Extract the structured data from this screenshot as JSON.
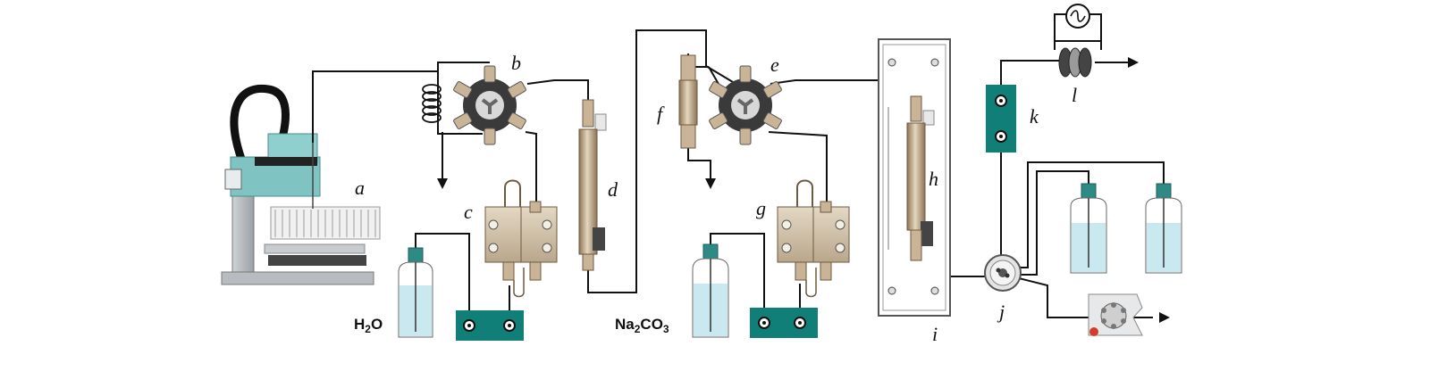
{
  "labels": {
    "a": "a",
    "b": "b",
    "c": "c",
    "d": "d",
    "e": "e",
    "f": "f",
    "g": "g",
    "h": "h",
    "i": "i",
    "j": "j",
    "k": "k",
    "l": "l"
  },
  "reagents": {
    "water_main": "H",
    "water_sub": "2",
    "water_end": "O",
    "carbonate_main": "Na",
    "carbonate_sub": "2",
    "carbonate_end": "CO",
    "carbonate_sub2": "3"
  },
  "colors": {
    "teal": "#0f7f77",
    "bottle_liquid": "#c9e8ef",
    "column": "#c9b497",
    "valve_dark": "#3a3a3a",
    "pump_body": "#d2c3ab",
    "autosampler_teal": "#7fc4c2"
  }
}
